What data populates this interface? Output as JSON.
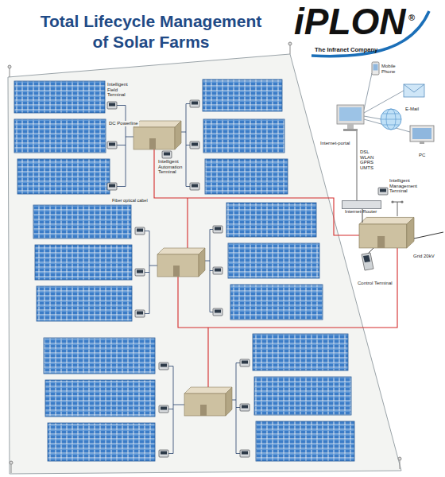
{
  "diagram": {
    "title": "Total Lifecycle Management of Solar Farms",
    "nodes": [
      {
        "text": [
          "Internet-Router"
        ]
      }
    ],
    "labels": [
      "iPLON",
      "®",
      "The Infranet Company",
      "Mobile Phone",
      "E-Mail",
      "Intelligent Field Terminal",
      "DC Powerline",
      "Internet-portal",
      "PC",
      "Intelligent Automation Terminal",
      "DSL WLAN GPRS UMTS",
      "Intelligent Management Terminal",
      "Fiber optical cabel",
      "Grid 20kV",
      "Control Terminal"
    ]
  }
}
